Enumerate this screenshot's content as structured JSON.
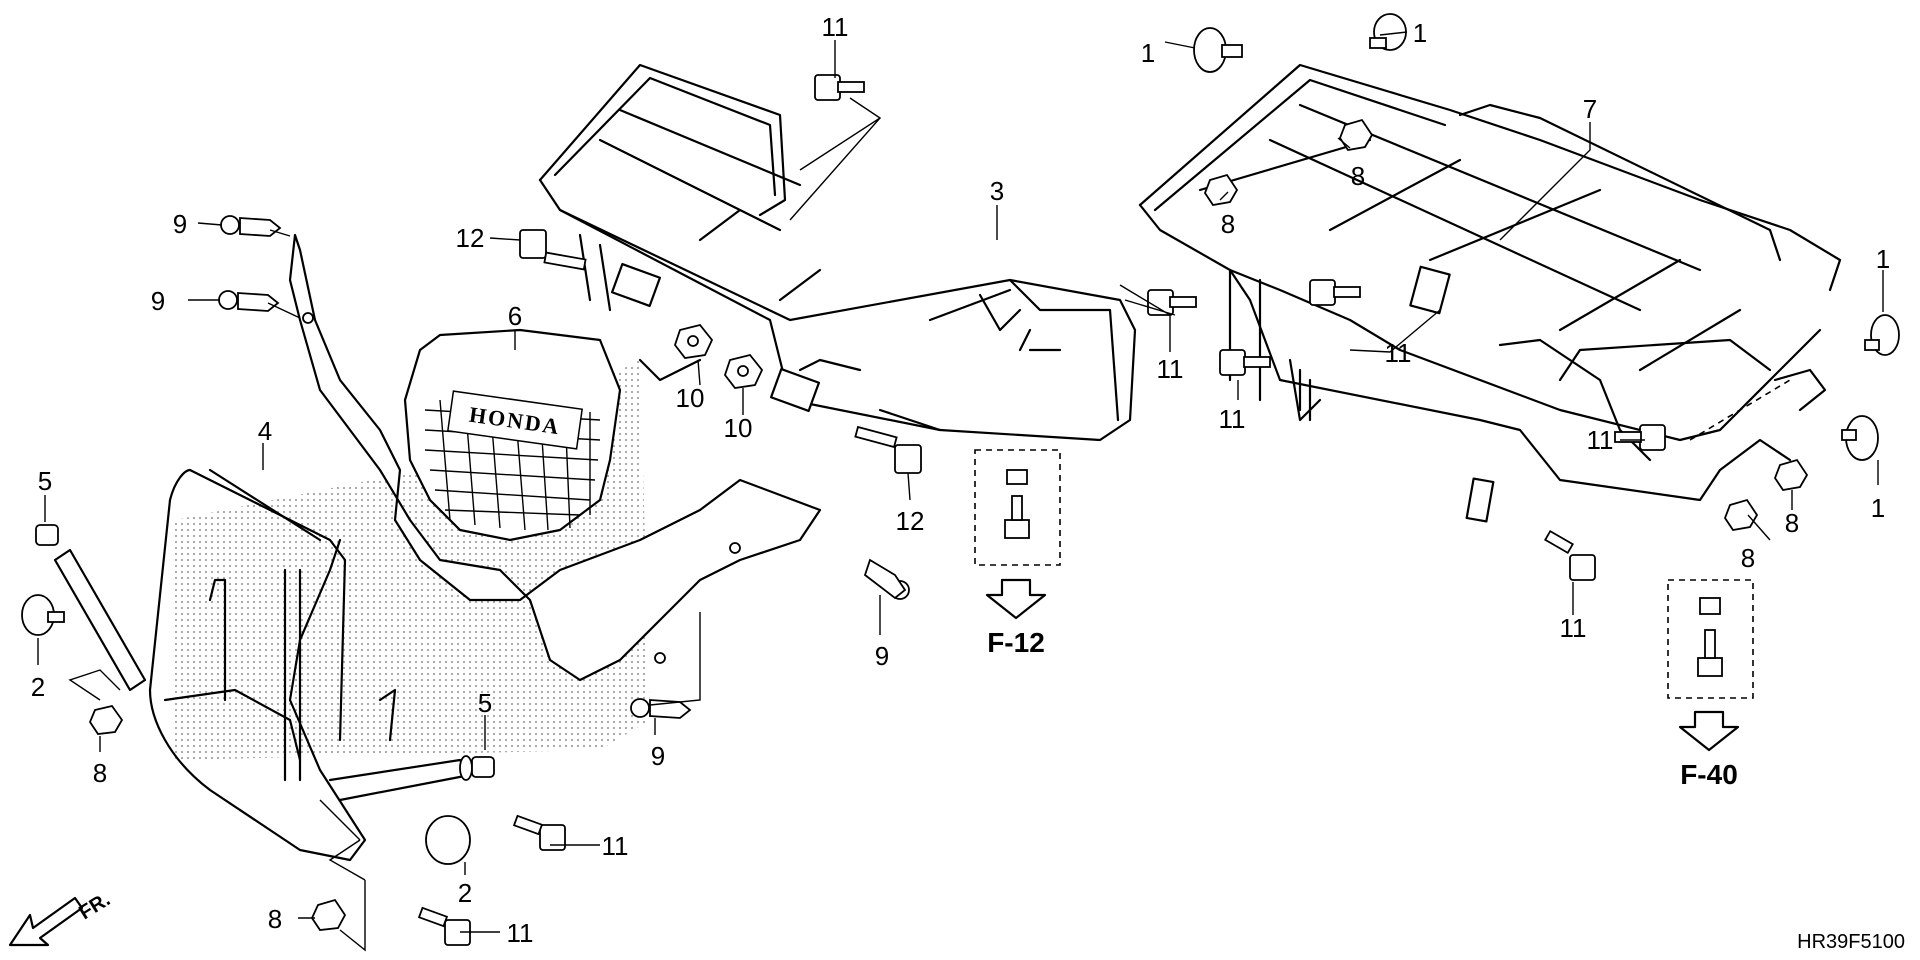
{
  "diagram": {
    "code": "HR39F5100",
    "direction_label": "FR.",
    "refs": [
      "F-12",
      "F-40"
    ],
    "callouts": [
      "11",
      "12",
      "10",
      "10",
      "12",
      "3",
      "11",
      "6",
      "9",
      "9",
      "4",
      "5",
      "2",
      "8",
      "5",
      "11",
      "2",
      "8",
      "11",
      "9",
      "9",
      "1",
      "1",
      "7",
      "8",
      "8",
      "11",
      "11",
      "1",
      "11",
      "1",
      "8",
      "8",
      "11"
    ],
    "logo_text": "HONDA"
  }
}
